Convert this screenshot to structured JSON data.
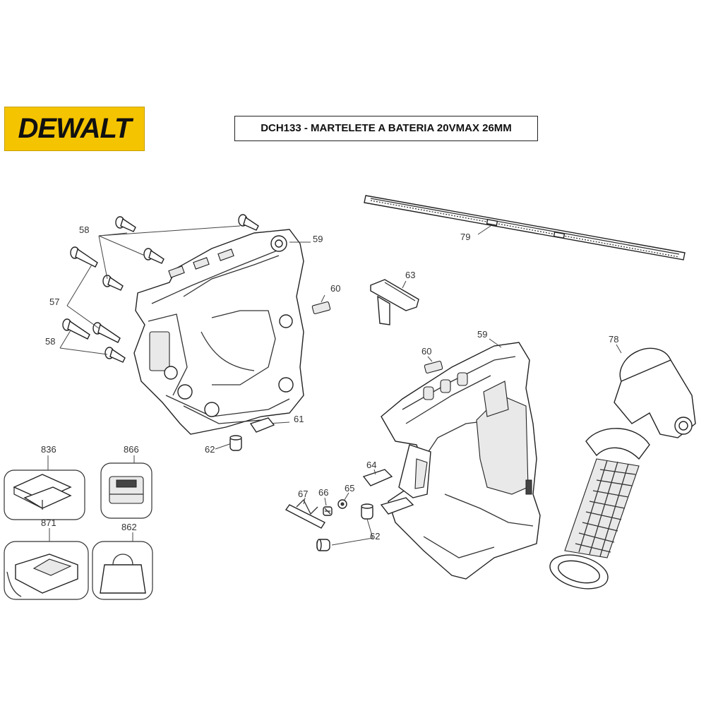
{
  "brand": {
    "logo_text": "DEWALT",
    "logo_color": "#f5c400"
  },
  "title": "DCH133 - MARTELETE A BATERIA 20VMAX 26MM",
  "callouts": {
    "c57": "57",
    "c58a": "58",
    "c58b": "58",
    "c59a": "59",
    "c59b": "59",
    "c60a": "60",
    "c60b": "60",
    "c61": "61",
    "c62a": "62",
    "c62b": "62",
    "c63": "63",
    "c64": "64",
    "c65": "65",
    "c66": "66",
    "c67": "67",
    "c78": "78",
    "c79": "79",
    "c836": "836",
    "c862": "862",
    "c866": "866",
    "c871": "871"
  }
}
